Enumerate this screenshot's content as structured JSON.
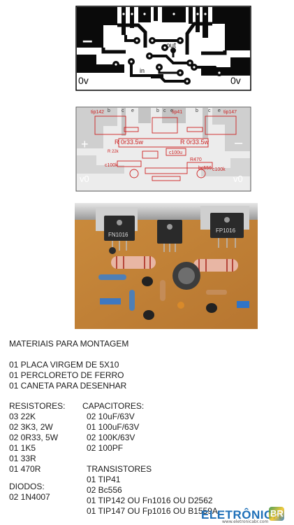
{
  "pcb_top": {
    "labels": {
      "minus": "–",
      "plus": "+",
      "out": "out",
      "in": "in",
      "zero_left": "0v",
      "zero_right": "0v"
    }
  },
  "pcb_parts": {
    "labels": {
      "tip142": "tip142",
      "tip41": "tip41",
      "tip147": "tip147",
      "b1": "b",
      "c1": "c",
      "e1": "e",
      "b2": "b",
      "c2": "c",
      "e2": "e",
      "b3": "b",
      "c3": "c",
      "e3": "e",
      "r_left": "R 0r33.5w",
      "r_right": "R 0r33.5w",
      "c100u": "c100u",
      "c100k": "c100k",
      "c100k_2": "c100k",
      "r_22k": "R 22k",
      "r_470": "R470",
      "bc556": "bc556",
      "plus": "+",
      "minus": "–",
      "v0_left": "v0",
      "v0_right": "v0"
    }
  },
  "materials": {
    "title": "MATERIAIS PARA MONTAGEM",
    "basic": [
      "01 PLACA VIRGEM DE 5X10",
      "01 PERCLORETO DE FERRO",
      "01 CANETA PARA DESENHAR"
    ],
    "resistors": {
      "heading": "RESISTORES:",
      "items": [
        "03 22K",
        "02 3K3, 2W",
        "02 0R33, 5W",
        "01 1K5",
        "01 33R",
        "01 470R"
      ]
    },
    "diodes": {
      "heading": "DIODOS:",
      "items": [
        "02 1N4007"
      ]
    },
    "capacitors": {
      "heading": "CAPACITORES:",
      "items": [
        "02 10uF/63V",
        "01 100uF/63V",
        "02 100K/63V",
        "02 100PF"
      ]
    },
    "transistors": {
      "heading": "TRANSISTORES",
      "items": [
        "01 TIP41",
        "02 Bc556",
        "01 TIP142 OU Fn1016 OU D2562",
        "01 TIP147 OU Fp1016 OU B1559A"
      ]
    }
  },
  "photo": {
    "chips": [
      "FN1016",
      "FP1016"
    ]
  },
  "logo": {
    "name": "ELETRÔNICA",
    "badge": "BR",
    "url": "www.eletronicabr.com"
  },
  "colors": {
    "pcb_ink": "#0a0a0a",
    "board_orange": "#c98a3c",
    "label_red": "#cc2222",
    "logo_blue": "#1d6fb8"
  }
}
